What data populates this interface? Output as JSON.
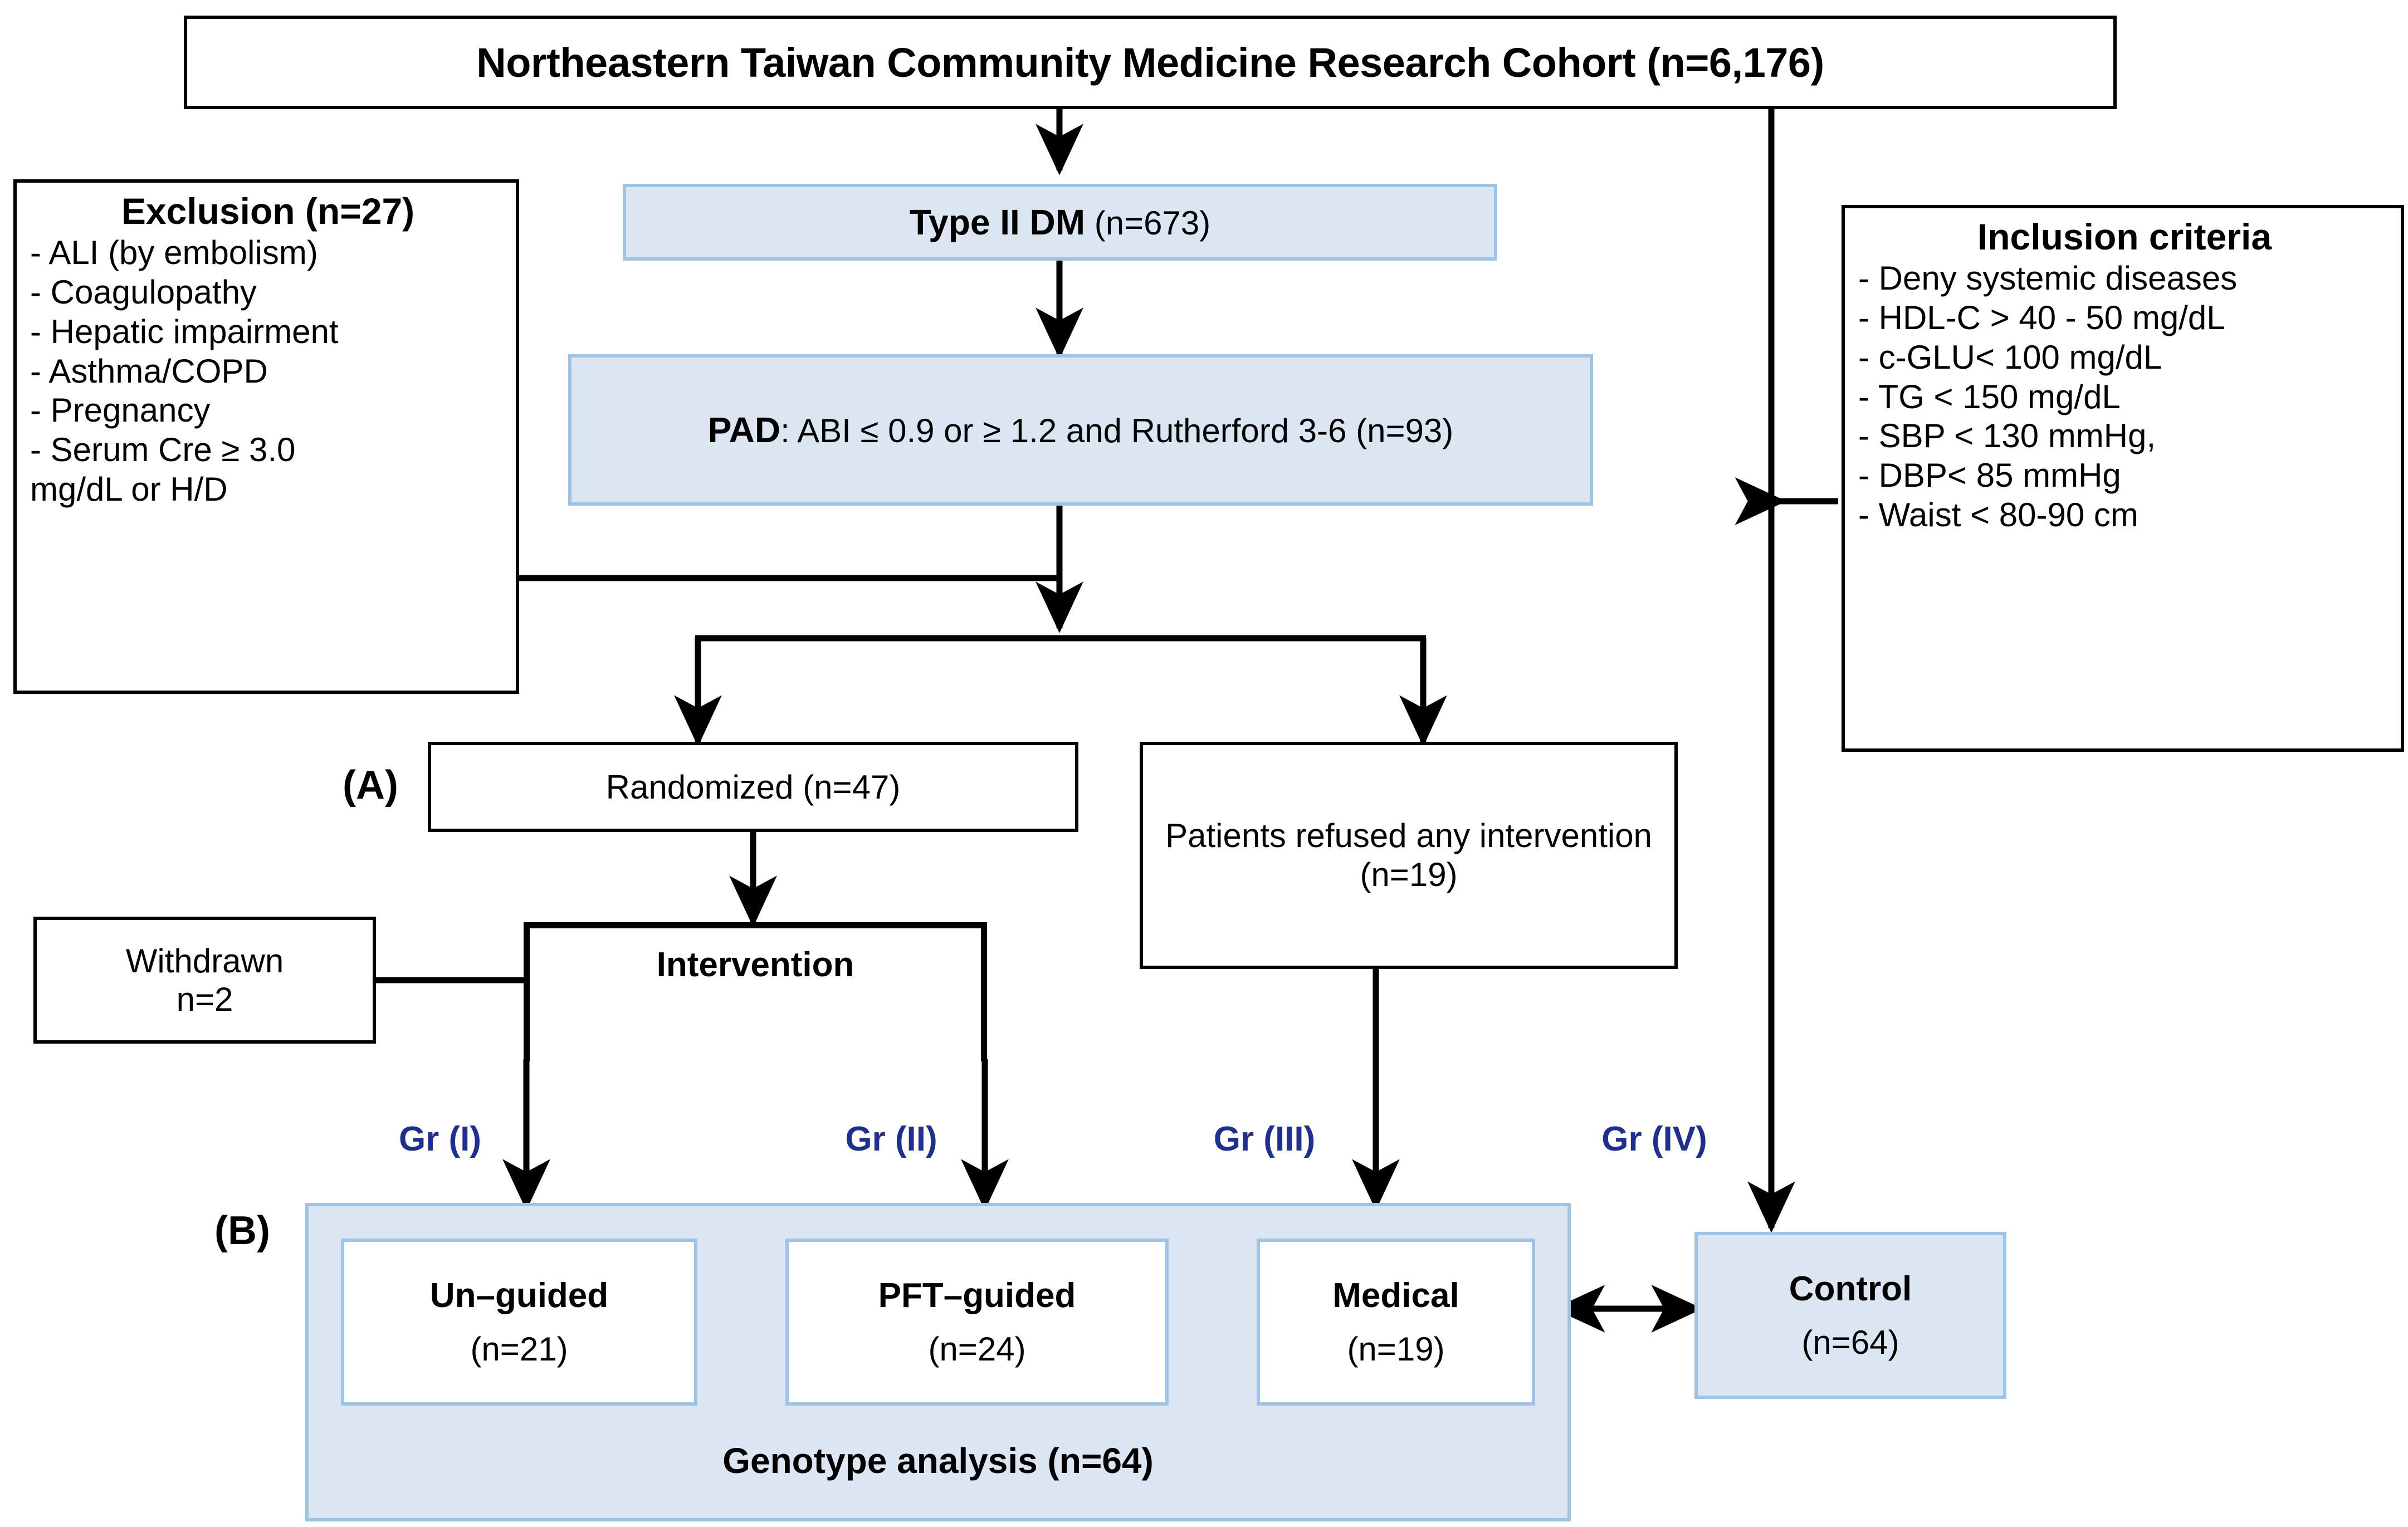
{
  "figure": {
    "type": "study-flow-diagram",
    "panel_labels": {
      "a": "(A)",
      "b": "(B)"
    },
    "colors": {
      "blue_fill": "#dce6f3",
      "blue_border": "#9dc3e6",
      "group_label": "#1f2f8f",
      "line": "#000000",
      "box_border": "#000000"
    }
  },
  "cohort": {
    "title": "Northeastern Taiwan Community Medicine Research Cohort (n=6,176)"
  },
  "exclusion": {
    "heading": "Exclusion (n=27)",
    "items": [
      "- ALI (by embolism)",
      "- Coagulopathy",
      "- Hepatic impairment",
      "- Asthma/COPD",
      "- Pregnancy",
      "- Serum Cre ≥ 3.0",
      "mg/dL or H/D"
    ]
  },
  "inclusion": {
    "heading": "Inclusion criteria",
    "items": [
      "- Deny systemic diseases",
      "- HDL-C > 40 - 50 mg/dL",
      "- c-GLU< 100 mg/dL",
      "- TG < 150 mg/dL",
      "- SBP < 130 mmHg,",
      "- DBP< 85 mmHg",
      "- Waist < 80-90 cm"
    ]
  },
  "dm": {
    "bold": "Type II DM",
    "rest": " (n=673)"
  },
  "pad": {
    "bold": "PAD",
    "rest": ": ABI ≤ 0.9 or ≥ 1.2 and Rutherford 3-6 (n=93)"
  },
  "randomized": {
    "label": "Randomized (n=47)"
  },
  "refused": {
    "label": "Patients refused any intervention (n=19)"
  },
  "intervention": {
    "label": "Intervention"
  },
  "withdrawn": {
    "line1": "Withdrawn",
    "line2": "n=2"
  },
  "groups": [
    {
      "tag": "Gr (I)",
      "name": "Un–guided",
      "n": "(n=21)"
    },
    {
      "tag": "Gr (II)",
      "name": "PFT–guided",
      "n": "(n=24)"
    },
    {
      "tag": "Gr (III)",
      "name": "Medical",
      "n": "(n=19)"
    },
    {
      "tag": "Gr (IV)",
      "name": "Control",
      "n": "(n=64)"
    }
  ],
  "genotype": {
    "label": "Genotype analysis (n=64)"
  }
}
